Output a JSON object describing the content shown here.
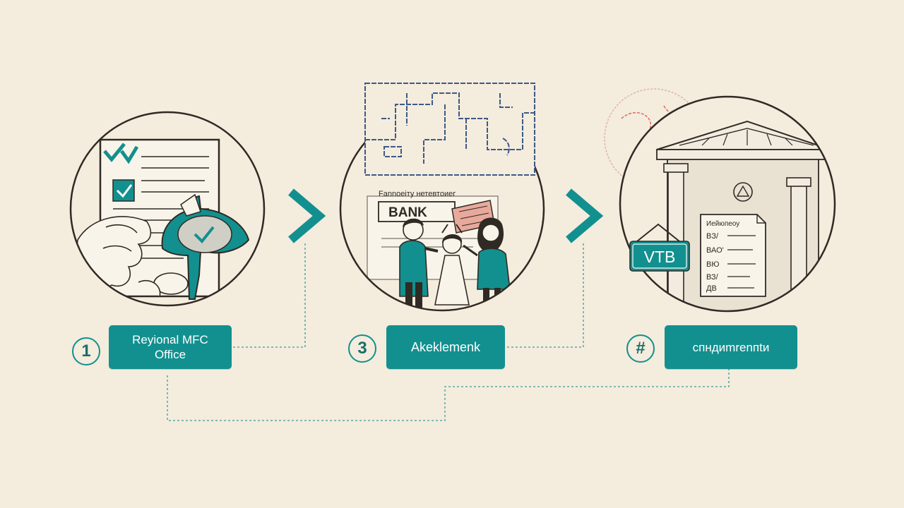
{
  "steps": [
    {
      "number": "1",
      "label": "Reyional MFC\nOffice"
    },
    {
      "number": "3",
      "label": "Akeklemenk"
    },
    {
      "number": "#",
      "label": "спндиmrenпtи"
    }
  ],
  "illustration_text": {
    "bank_heading": "Fannoеiту нетевтоиег",
    "bank_sign": "BANK",
    "vtb_sign": "VTB",
    "doc_heading": "Иейюпеоу",
    "doc_lines": [
      "BЗ/",
      "ВАО'",
      "ВЮ",
      "ВЗ/",
      "ДВ"
    ]
  },
  "colors": {
    "background": "#f4ecdd",
    "accent_teal": "#12908f",
    "ink": "#2f2a24",
    "red_sketch": "#d9473f"
  }
}
